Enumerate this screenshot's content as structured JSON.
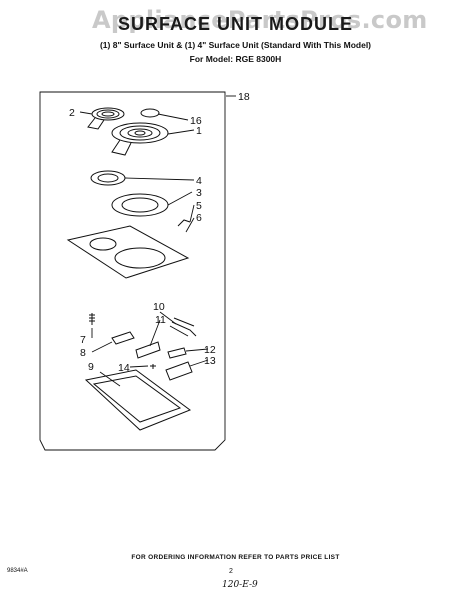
{
  "watermark": "AppliancePartsPros.com",
  "header": {
    "title": "SURFACE UNIT MODULE",
    "subtitle": "(1) 8\" Surface Unit & (1) 4\" Surface Unit (Standard With This Model)",
    "model": "For Model: RGE 8300H"
  },
  "callouts": [
    "1",
    "2",
    "3",
    "4",
    "5",
    "6",
    "7",
    "8",
    "9",
    "10",
    "11",
    "12",
    "13",
    "14",
    "16",
    "18"
  ],
  "footer": {
    "ordering_note": "FOR ORDERING INFORMATION REFER TO PARTS PRICE LIST",
    "drawing_code": "9834#A",
    "page_number": "2",
    "handwritten_note": "120-E-9"
  }
}
